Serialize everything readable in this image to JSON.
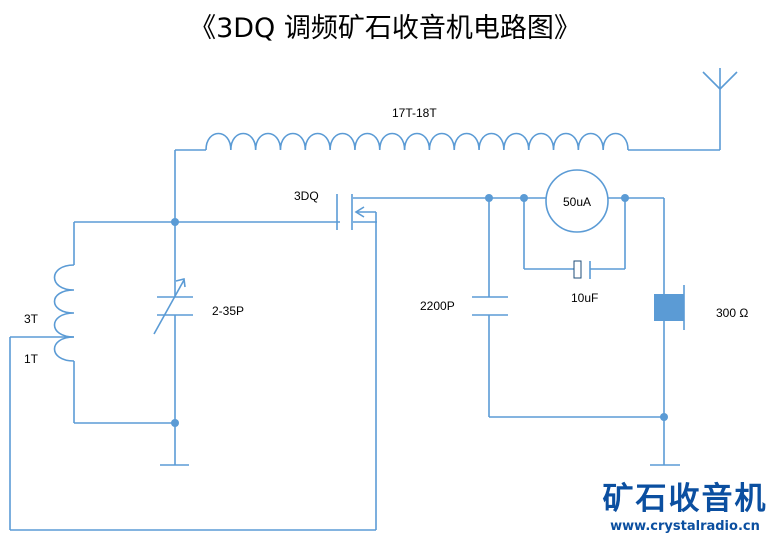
{
  "title": "《3DQ 调频矿石收音机电路图》",
  "components": {
    "main_coil": {
      "label": "17T-18T",
      "turns_drawn": 17
    },
    "transistor": {
      "label": "3DQ"
    },
    "tap_coil": {
      "upper_label": "3T",
      "lower_label": "1T"
    },
    "variable_capacitor": {
      "label": "2-35P"
    },
    "filter_capacitor": {
      "label": "2200P"
    },
    "meter": {
      "label": "50uA"
    },
    "electrolytic_capacitor": {
      "label": "10uF"
    },
    "earphone": {
      "label": "300 Ω"
    }
  },
  "colors": {
    "wire": "#5b9bd5",
    "logo": "#0b4fa0"
  },
  "logo": {
    "name": "矿石收音机",
    "url": "www.crystalradio.cn"
  }
}
